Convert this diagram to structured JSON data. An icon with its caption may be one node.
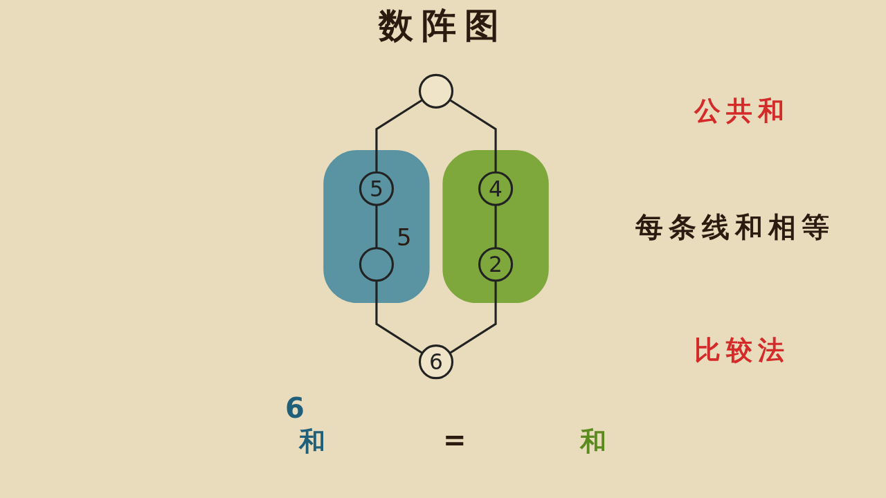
{
  "diagram": {
    "title": "数阵图",
    "nodes": [
      {
        "text": [],
        "shape": "circle"
      },
      {
        "text": [],
        "shape": "band"
      },
      {
        "text": [],
        "shape": "band"
      },
      {
        "text": [
          "5"
        ],
        "in": 1
      },
      {
        "text": [
          "4"
        ],
        "in": 2
      },
      {
        "text": [],
        "shape": "circle",
        "in": 1,
        "beside": [
          "5"
        ]
      },
      {
        "text": [
          "6"
        ]
      },
      {
        "text": [
          "2"
        ],
        "in": 2
      }
    ],
    "edges": [
      {
        "from": 0,
        "to": 3,
        "arrow": "none"
      },
      {
        "from": 3,
        "to": 5,
        "arrow": "none"
      },
      {
        "from": 0,
        "to": 4,
        "arrow": "none"
      },
      {
        "from": 4,
        "to": 7,
        "arrow": "none"
      },
      {
        "from": 5,
        "to": 6,
        "arrow": "none"
      },
      {
        "from": 7,
        "to": 6,
        "arrow": "none"
      }
    ],
    "labels": [
      "公共和",
      "每条线和相等",
      "比较法",
      "6",
      "和",
      "=",
      "和"
    ]
  }
}
